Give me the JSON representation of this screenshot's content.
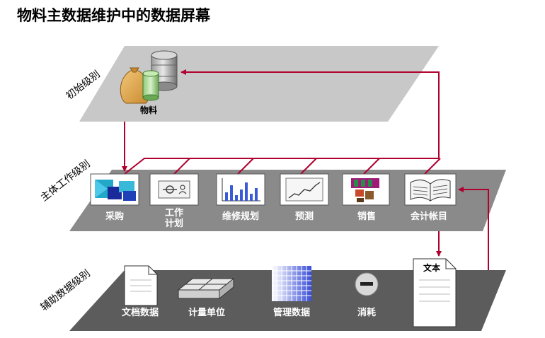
{
  "title": "物料主数据维护中的数据屏幕",
  "levels": {
    "initial": "初始级别",
    "main": "主体工作级别",
    "auxiliary": "辅助数据级别"
  },
  "initial_item": "物料",
  "main_items": [
    {
      "label": "采购",
      "icon": "purchasing-icon"
    },
    {
      "label_line1": "工作",
      "label_line2": "计划",
      "icon": "work-plan-icon"
    },
    {
      "label": "维修规划",
      "icon": "bar-chart-icon"
    },
    {
      "label": "预测",
      "icon": "line-chart-icon"
    },
    {
      "label": "销售",
      "icon": "sales-icon"
    },
    {
      "label": "会计帐目",
      "icon": "open-book-icon"
    }
  ],
  "aux_items": [
    {
      "label": "文档数据",
      "icon": "document-icon"
    },
    {
      "label": "计量单位",
      "icon": "tray-icon"
    },
    {
      "label": "管理数据",
      "icon": "grid-icon"
    },
    {
      "label": "消耗",
      "icon": "minus-circle-icon"
    }
  ],
  "text_doc": "文本",
  "colors": {
    "connector": "#b00030",
    "top_plane": "#c8c8c8",
    "mid_plane": "#8a8a8a",
    "bottom_plane": "#5c5c5c"
  }
}
